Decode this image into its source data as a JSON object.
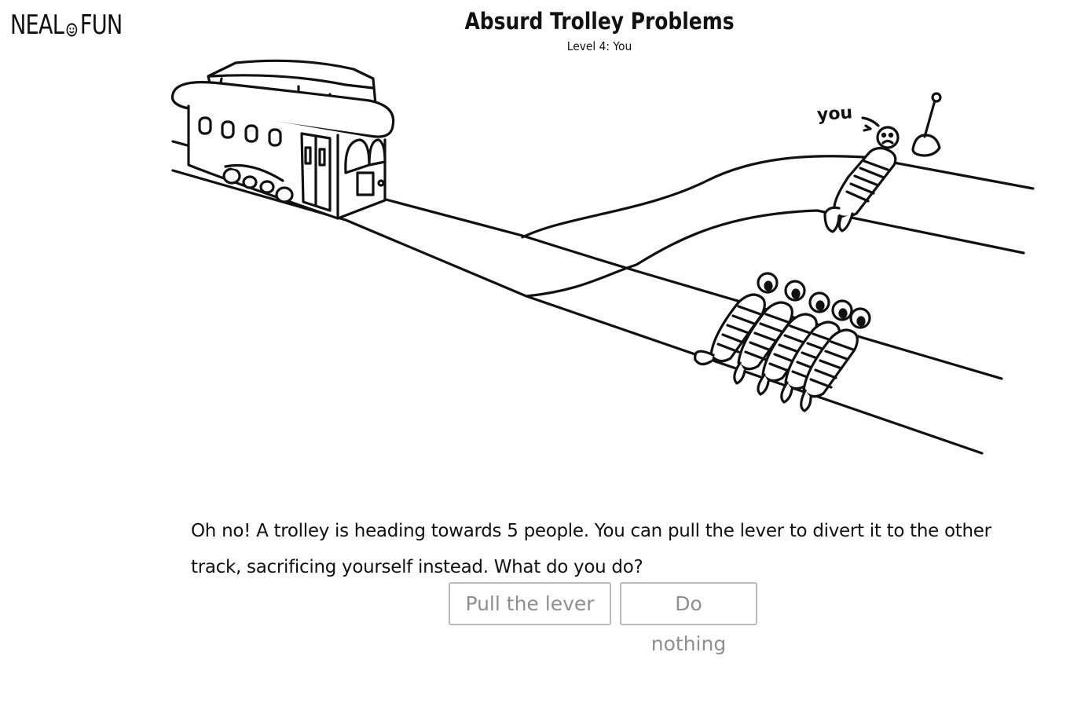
{
  "brand": {
    "logo_left": "NEAL",
    "logo_right": "FUN"
  },
  "header": {
    "title": "Absurd Trolley Problems",
    "subtitle": "Level 4: You"
  },
  "scene": {
    "you_label": "you"
  },
  "prompt": {
    "text": "Oh no! A trolley is heading towards 5 people. You can pull the lever to divert it to the other track, sacrificing yourself instead. What do you do?"
  },
  "actions": {
    "pull_label": "Pull the lever",
    "nothing_label": "Do nothing"
  },
  "colors": {
    "ink": "#111111",
    "button_border": "#b9b9b9",
    "button_text": "#8f8f8f",
    "background": "#ffffff"
  }
}
